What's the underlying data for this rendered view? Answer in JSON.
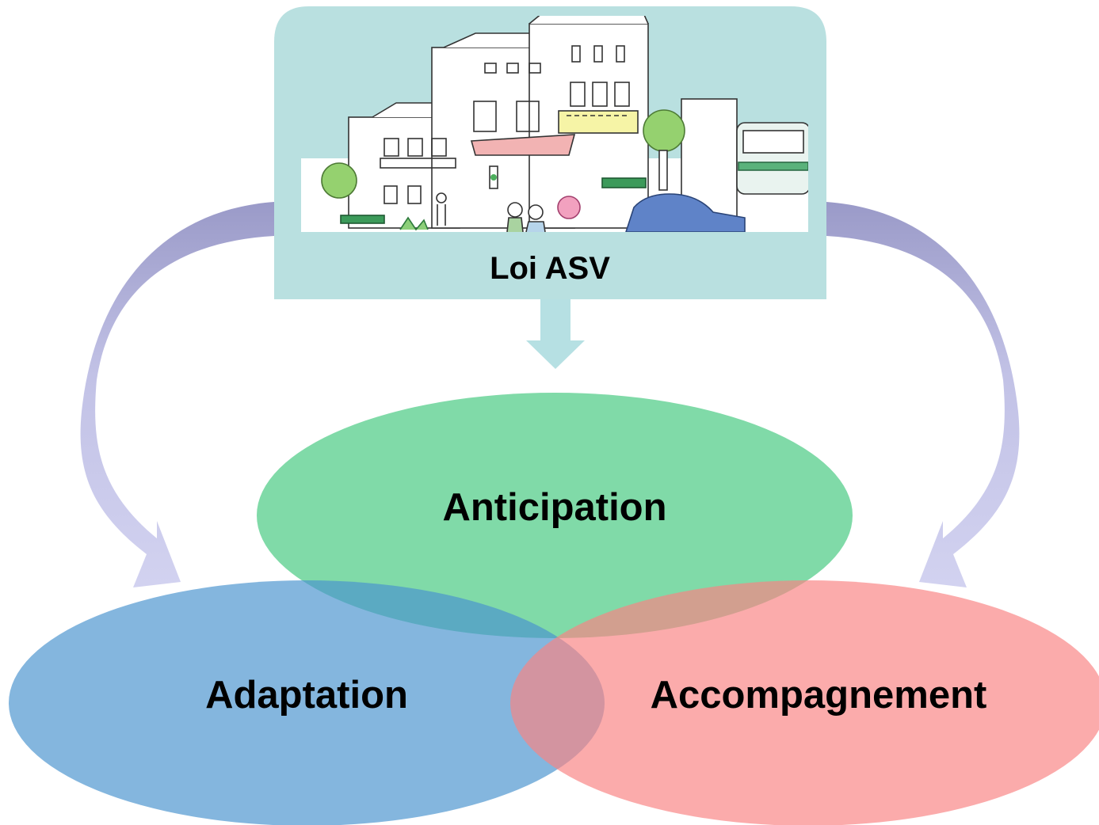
{
  "header": {
    "title": "Loi ASV"
  },
  "circles": [
    {
      "id": "anticipation",
      "label": "Anticipation",
      "color": "#5ccf8f"
    },
    {
      "id": "adaptation",
      "label": "Adaptation",
      "color": "#4a93cf"
    },
    {
      "id": "accompagnement",
      "label": "Accompagnement",
      "color": "#f98383"
    }
  ],
  "colors": {
    "header_bg": "#b9e0e0",
    "down_arrow": "#b6e0e3",
    "curved_arrows": "#c8c8ea"
  },
  "illustration": {
    "icon": "street-scene-illustration"
  }
}
